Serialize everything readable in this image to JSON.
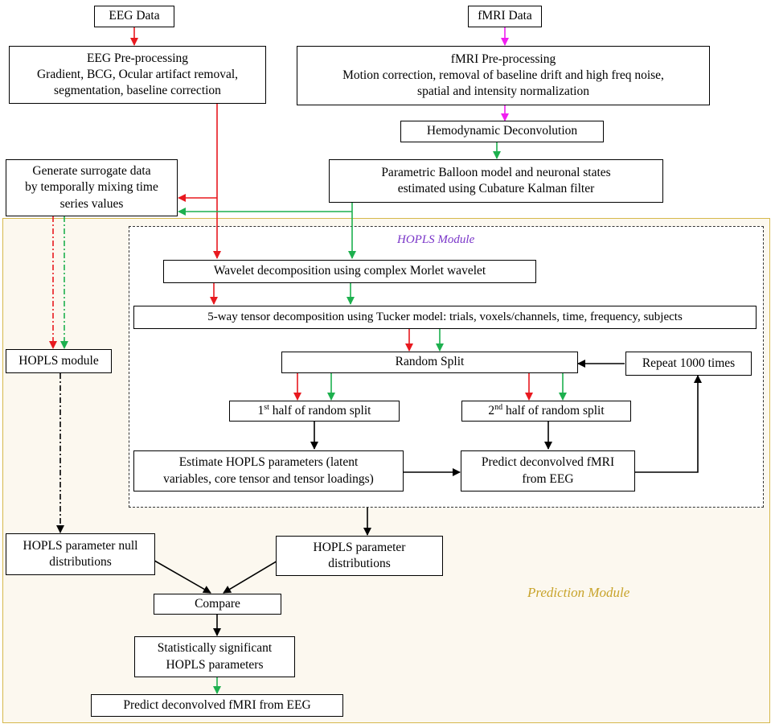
{
  "colors": {
    "eeg_arrow": "#e8191f",
    "fmri_arrow": "#f01ef0",
    "shared_arrow": "#1db04e",
    "black_arrow": "#000000",
    "prediction_bg": "#fcf8ef",
    "prediction_border": "#d6b84c",
    "prediction_label": "#c8a32a",
    "hopls_label": "#7a36c9"
  },
  "labels": {
    "hopls_module": "HOPLS Module",
    "prediction_module": "Prediction Module"
  },
  "boxes": {
    "eeg_data": "EEG  Data",
    "fmri_data": "fMRI Data",
    "eeg_preprocessing": "EEG  Pre-processing\nGradient, BCG,  Ocular artifact removal,\nsegmentation, baseline correction",
    "fmri_preprocessing": "fMRI Pre-processing\nMotion correction, removal of baseline drift and high freq noise,\nspatial and intensity normalization",
    "hemodynamic_deconvolution": "Hemodynamic  Deconvolution",
    "balloon_model": "Parametric  Balloon  model and neuronal states\nestimated using Cubature Kalman filter",
    "surrogate_data": "Generate surrogate data\nby temporally mixing  time\nseries values",
    "wavelet_decomposition": "Wavelet decomposition using complex Morlet wavelet",
    "tensor_decomposition": "5-way tensor decomposition using Tucker model: trials,  voxels/channels, time,  frequency, subjects",
    "random_split": "Random Split",
    "repeat": "Repeat 1000  times",
    "first_half_ord": "1",
    "first_half_sup": "st",
    "first_half_rest": " half of random split",
    "second_half_ord": "2",
    "second_half_sup": "nd",
    "second_half_rest": " half of random split",
    "estimate_hopls": "Estimate  HOPLS  parameters (latent\nvariables, core tensor and tensor loadings)",
    "predict_fmri_inner": "Predict deconvolved fMRI\nfrom EEG",
    "hopls_module_box": "HOPLS  module",
    "null_distributions": "HOPLS  parameter null\ndistributions",
    "parameter_distributions": "HOPLS  parameter\ndistributions",
    "compare": "Compare",
    "significant": "Statistically significant\nHOPLS  parameters",
    "predict_final": "Predict deconvolved fMRI from EEG"
  }
}
